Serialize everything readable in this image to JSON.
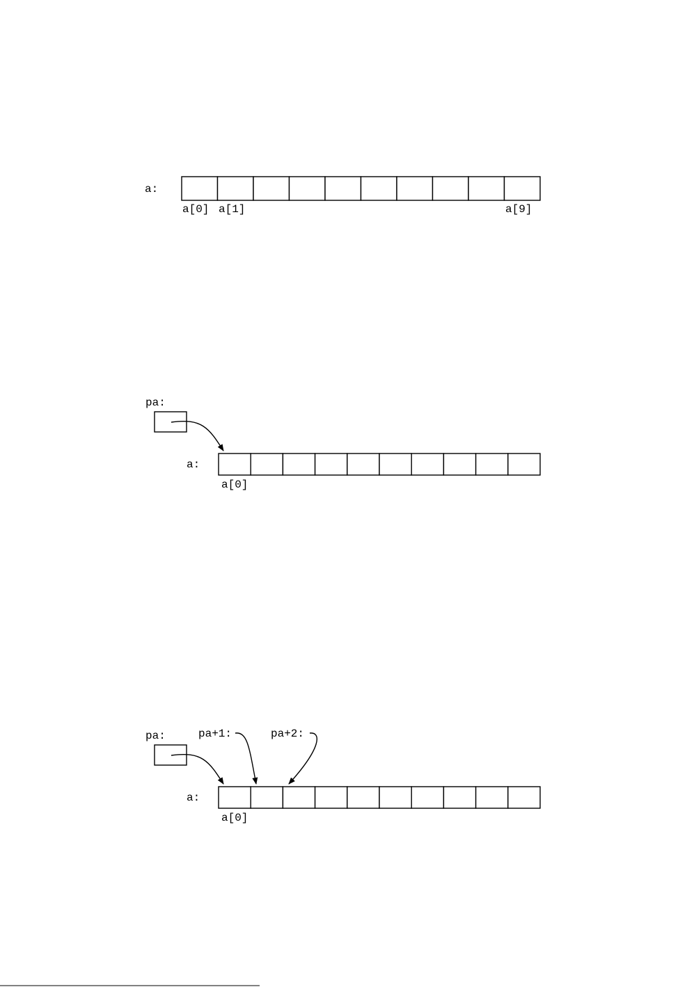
{
  "figure1": {
    "array_label": "a:",
    "index_labels": [
      "a[0]",
      "a[1]",
      "a[9]"
    ]
  },
  "figure2": {
    "pointer_label": "pa:",
    "array_label": "a:",
    "index_label": "a[0]"
  },
  "figure3": {
    "pointer_label": "pa:",
    "pointer_plus_1_label": "pa+1:",
    "pointer_plus_2_label": "pa+2:",
    "array_label": "a:",
    "index_label": "a[0]"
  },
  "array_length": 10
}
